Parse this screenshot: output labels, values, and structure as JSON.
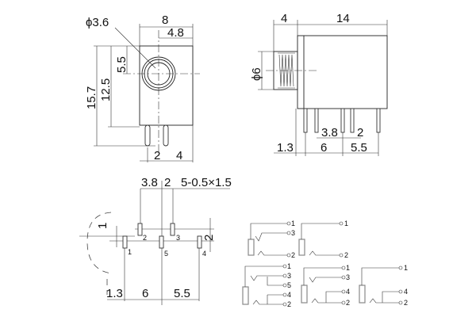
{
  "front_view": {
    "dia": "ϕ3.6",
    "width": "8",
    "offset": "4.8",
    "h1": "5.5",
    "h2": "12.5",
    "h3": "15.7",
    "pin_gap": "2",
    "pin_edge": "4"
  },
  "side_view": {
    "front": "4",
    "length": "14",
    "dia": "ϕ6",
    "p1": "3.8",
    "p2": "2",
    "b1": "1.3",
    "b2": "6",
    "b3": "5.5"
  },
  "pin_layout": {
    "top1": "3.8",
    "top2": "2",
    "pin_spec": "5-0.5×1.5",
    "v1": "1",
    "v2": "2",
    "b1": "1.3",
    "b2": "6",
    "b3": "5.5",
    "pins": [
      "1",
      "2",
      "3",
      "4",
      "5"
    ]
  },
  "schematics": {
    "labels": [
      "1",
      "2",
      "3",
      "4",
      "5"
    ]
  }
}
